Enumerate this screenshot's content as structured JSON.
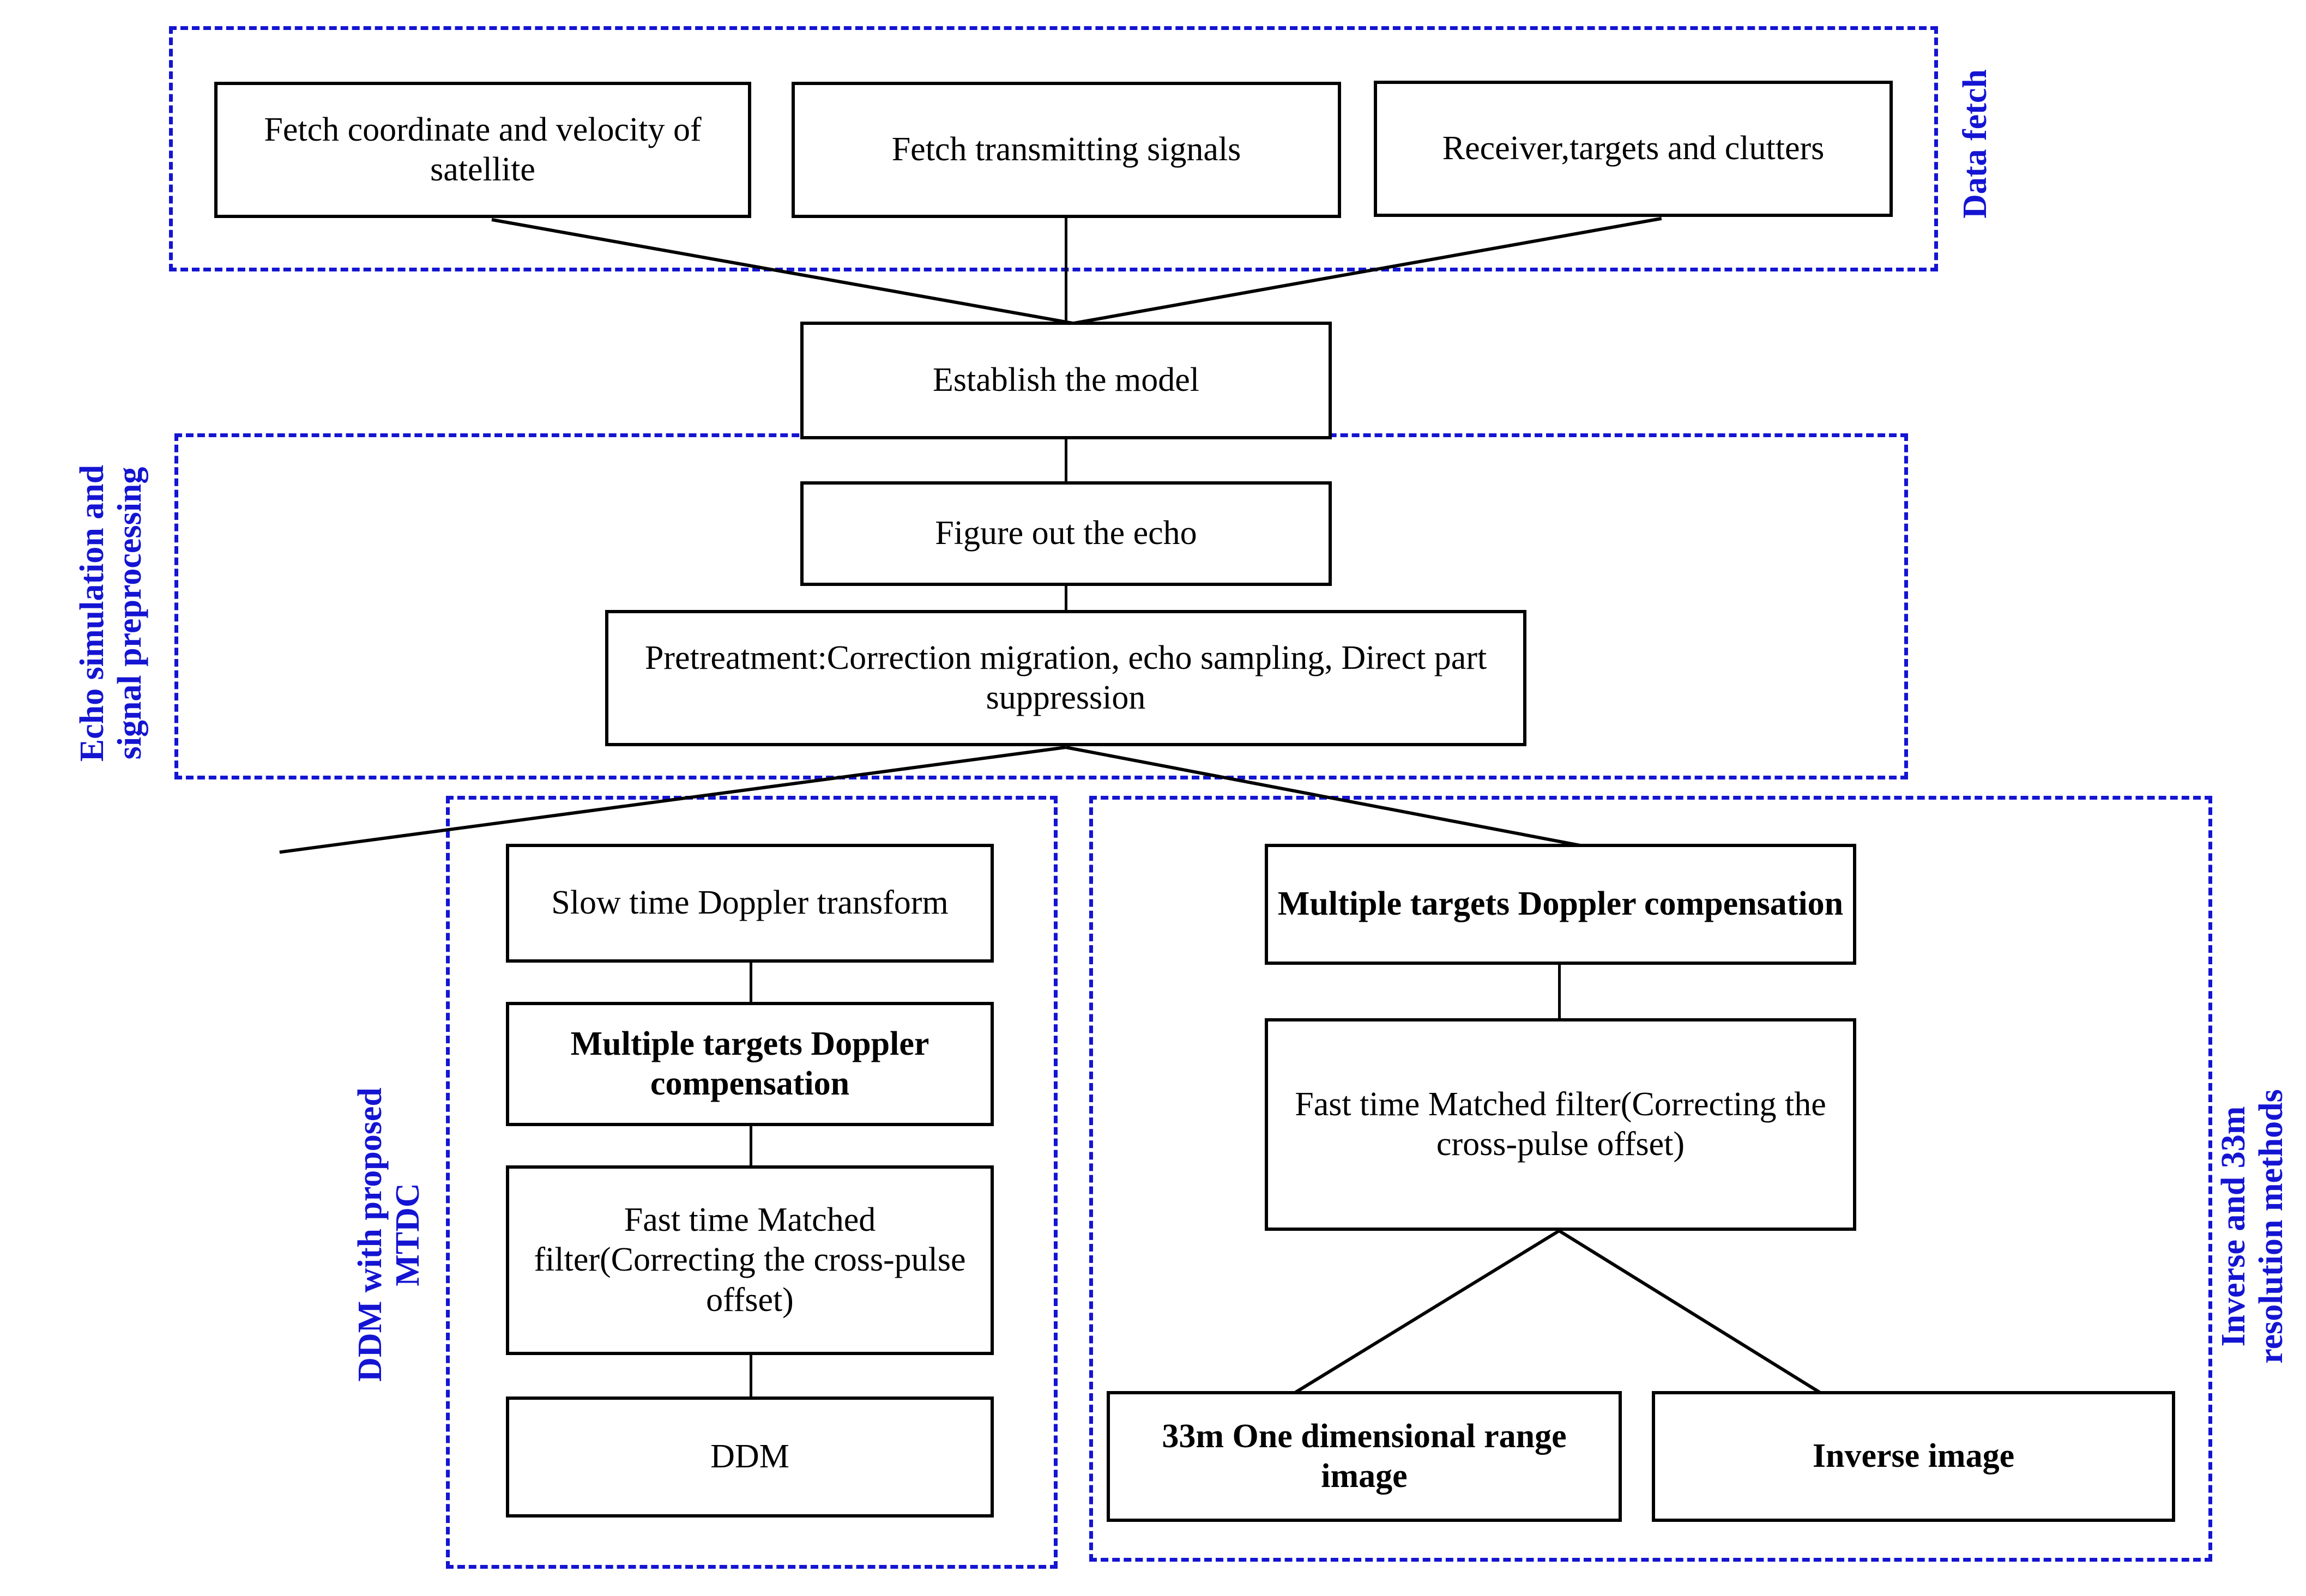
{
  "diagram": {
    "type": "flowchart",
    "title": "Passive radar echo simulation and imaging processing flow",
    "colors": {
      "group_frame": "#1414d2",
      "group_label": "#1414d2",
      "box_border": "#000000",
      "box_fill": "#ffffff",
      "connector": "#000000"
    },
    "groups": [
      {
        "id": "data-fetch",
        "label": "Data fetch",
        "label_position": "right",
        "orientation": "vertical"
      },
      {
        "id": "echo-sim",
        "label": "Echo simulation and\nsignal preprocessing",
        "label_position": "left",
        "orientation": "vertical"
      },
      {
        "id": "ddm-mtdc",
        "label": "DDM with proposed\nMTDC",
        "label_position": "left",
        "orientation": "vertical"
      },
      {
        "id": "inverse-33m",
        "label": "Inverse and 33m\nresolution methods",
        "label_position": "right",
        "orientation": "vertical"
      }
    ],
    "nodes": [
      {
        "id": "n1",
        "label": "Fetch coordinate and velocity of satellite",
        "bold": false,
        "group": "data-fetch"
      },
      {
        "id": "n2",
        "label": "Fetch transmitting signals",
        "bold": false,
        "group": "data-fetch"
      },
      {
        "id": "n3",
        "label": "Receiver,targets and clutters",
        "bold": false,
        "group": "data-fetch"
      },
      {
        "id": "n4",
        "label": "Establish the model",
        "bold": false,
        "group": ""
      },
      {
        "id": "n5",
        "label": "Figure out the echo",
        "bold": false,
        "group": "echo-sim"
      },
      {
        "id": "n6",
        "label": "Pretreatment:Correction migration, echo sampling, Direct part suppression",
        "bold": false,
        "group": "echo-sim"
      },
      {
        "id": "n7",
        "label": "Slow time Doppler transform",
        "bold": false,
        "group": "ddm-mtdc"
      },
      {
        "id": "n8",
        "label": "Multiple targets Doppler compensation",
        "bold": true,
        "group": "ddm-mtdc"
      },
      {
        "id": "n9",
        "label": "Fast time Matched filter(Correcting the cross-pulse offset)",
        "bold": false,
        "group": "ddm-mtdc"
      },
      {
        "id": "n10",
        "label": "DDM",
        "bold": false,
        "group": "ddm-mtdc"
      },
      {
        "id": "n11",
        "label": "Multiple targets Doppler compensation",
        "bold": true,
        "group": "inverse-33m"
      },
      {
        "id": "n12",
        "label": "Fast time Matched filter(Correcting the cross-pulse offset)",
        "bold": false,
        "group": "inverse-33m"
      },
      {
        "id": "n13",
        "label": "33m One dimensional range image",
        "bold": true,
        "group": "inverse-33m"
      },
      {
        "id": "n14",
        "label": "Inverse image",
        "bold": true,
        "group": "inverse-33m"
      }
    ],
    "edges": [
      {
        "from": "n1",
        "to": "n4"
      },
      {
        "from": "n2",
        "to": "n4"
      },
      {
        "from": "n3",
        "to": "n4"
      },
      {
        "from": "n4",
        "to": "n5"
      },
      {
        "from": "n5",
        "to": "n6"
      },
      {
        "from": "n6",
        "to": "n7"
      },
      {
        "from": "n6",
        "to": "n11"
      },
      {
        "from": "n7",
        "to": "n8"
      },
      {
        "from": "n8",
        "to": "n9"
      },
      {
        "from": "n9",
        "to": "n10"
      },
      {
        "from": "n11",
        "to": "n12"
      },
      {
        "from": "n12",
        "to": "n13"
      },
      {
        "from": "n12",
        "to": "n14"
      }
    ]
  }
}
